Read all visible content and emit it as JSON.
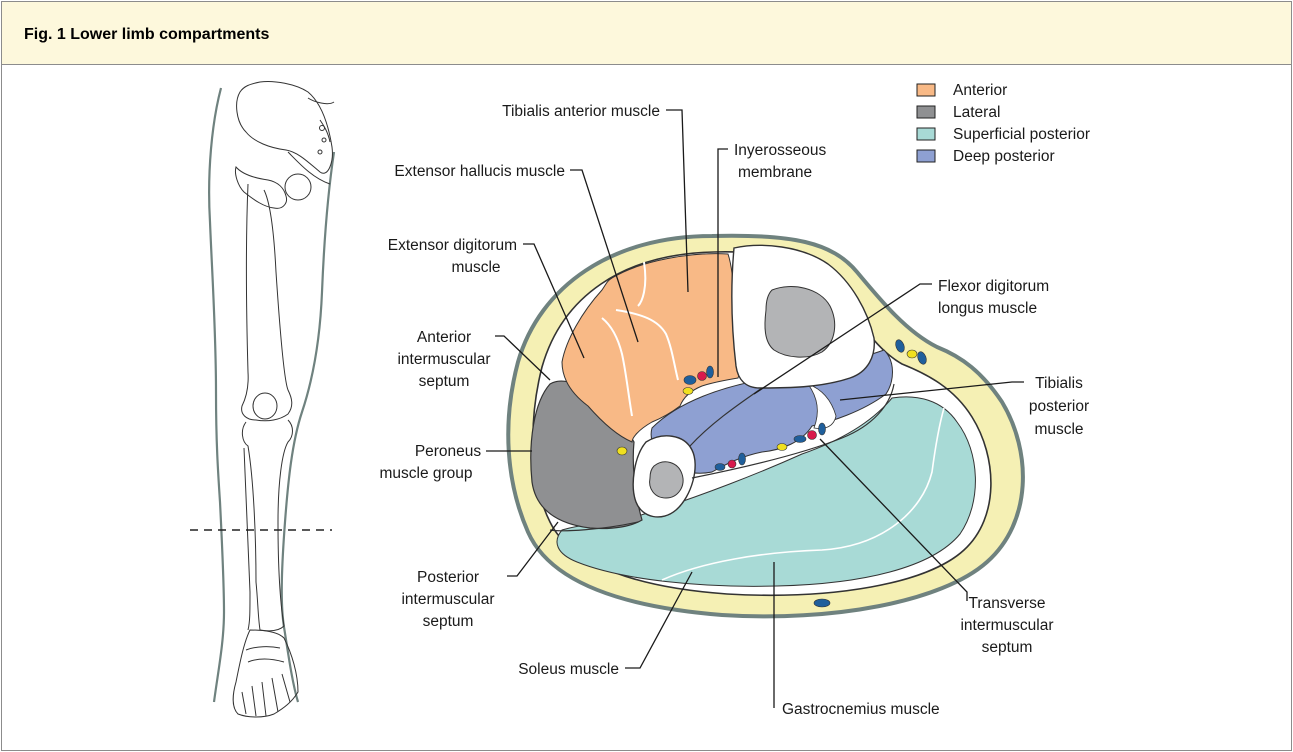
{
  "figure": {
    "title": "Fig. 1 Lower limb compartments"
  },
  "legend": [
    {
      "label": "Anterior",
      "color": "#f8b986"
    },
    {
      "label": "Lateral",
      "color": "#8f9092"
    },
    {
      "label": "Superficial posterior",
      "color": "#a8dad6"
    },
    {
      "label": "Deep posterior",
      "color": "#8ea0d2"
    }
  ],
  "labels": {
    "tibialis_anterior": "Tibialis anterior muscle",
    "extensor_hallucis": "Extensor hallucis muscle",
    "interosseous_1": "Inyerosseous",
    "interosseous_2": "membrane",
    "extensor_digitorum_1": "Extensor digitorum",
    "extensor_digitorum_2": "muscle",
    "flexor_digitorum_1": "Flexor digitorum",
    "flexor_digitorum_2": "longus muscle",
    "anterior_septum_1": "Anterior",
    "anterior_septum_2": "intermuscular",
    "anterior_septum_3": "septum",
    "tibialis_posterior_1": "Tibialis",
    "tibialis_posterior_2": "posterior",
    "tibialis_posterior_3": "muscle",
    "peroneus_1": "Peroneus",
    "peroneus_2": "muscle group",
    "posterior_septum_1": "Posterior",
    "posterior_septum_2": "intermuscular",
    "posterior_septum_3": "septum",
    "transverse_septum_1": "Transverse",
    "transverse_septum_2": "intermuscular",
    "transverse_septum_3": "septum",
    "soleus": "Soleus muscle",
    "gastrocnemius": "Gastrocnemius muscle"
  },
  "colors": {
    "skin_outline": "#6f827f",
    "fat_layer": "#f5f0b4",
    "anterior": "#f8b986",
    "lateral": "#8f9092",
    "superficial_posterior": "#a8dad6",
    "deep_posterior": "#8ea0d2",
    "bone_marrow": "#b3b4b6",
    "vessel_red": "#d81a4c",
    "vessel_blue": "#1f5f9c",
    "nerve_yellow": "#f0e020"
  }
}
